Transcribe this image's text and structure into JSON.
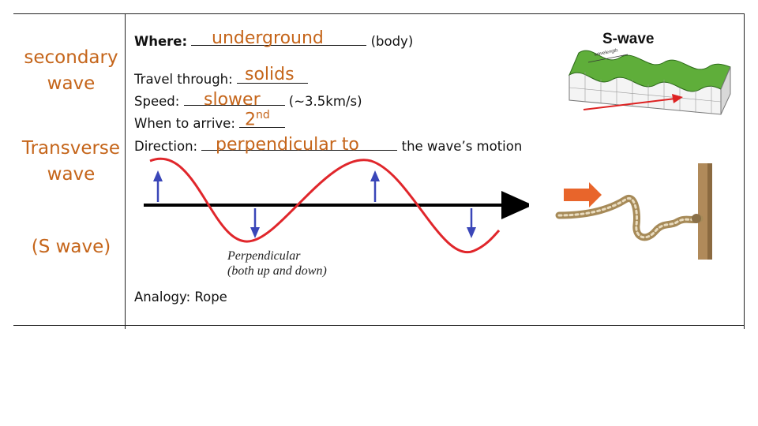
{
  "left_column": {
    "heading1": "secondary",
    "heading2": "wave",
    "heading3": "Transverse",
    "heading4": "wave",
    "heading5": "(S wave)"
  },
  "fields": {
    "where_label": "Where:",
    "where_suffix": "(body)",
    "where_answer": "underground",
    "travel_label": "Travel through:",
    "travel_answer": "solids",
    "speed_label": "Speed:",
    "speed_suffix": "(~3.5km/s)",
    "speed_answer": "slower",
    "arrive_label": "When to arrive:",
    "arrive_answer": "2",
    "arrive_answer_sup": "nd",
    "direction_label": "Direction:",
    "direction_suffix": "the wave’s motion",
    "direction_answer": "perpendicular to",
    "analogy": "Analogy: Rope"
  },
  "diagram": {
    "caption_line1": "Perpendicular",
    "caption_line2": "(both up and down)",
    "wave_color": "#e0262b",
    "arrow_color": "#3a46b8"
  },
  "s_wave_image": {
    "title": "S-wave",
    "wavelength_label": "wavelength"
  },
  "colors": {
    "accent": "#c5651a"
  }
}
